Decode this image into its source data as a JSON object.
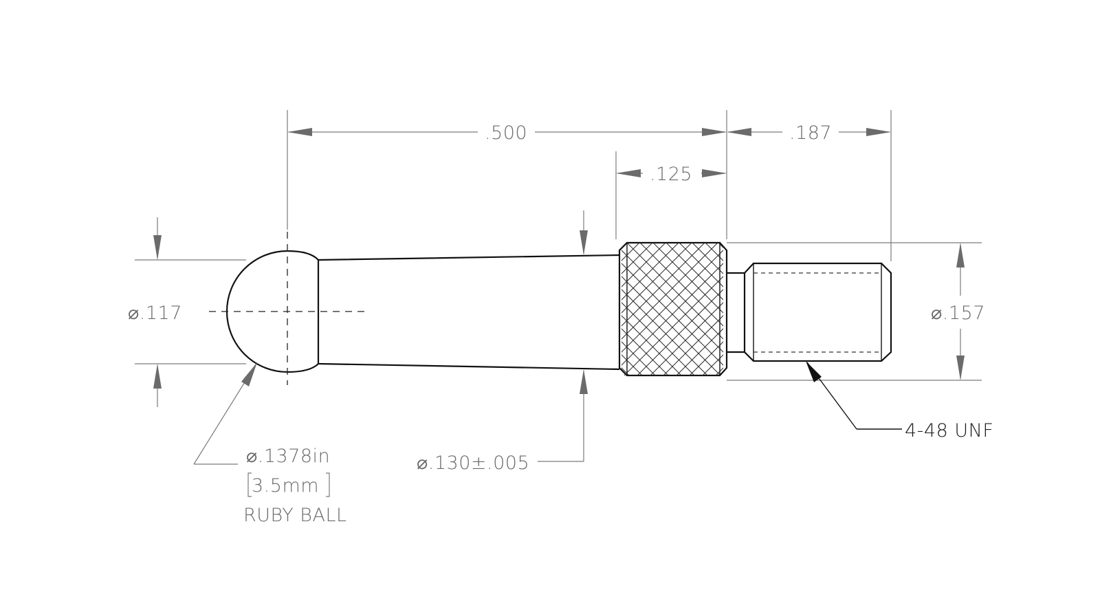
{
  "dimensions": {
    "overall_length": ".500",
    "thread_length": ".187",
    "knurl_length": ".125",
    "ball_dia": ".117",
    "thread_dia": ".157",
    "stem_dia": ".130±.005"
  },
  "callouts": {
    "ruby_ball_line1": ".1378in",
    "ruby_ball_line2": "3.5mm",
    "ruby_ball_line3": "RUBY BALL",
    "thread_spec": "4-48 UNF"
  },
  "symbols": {
    "diameter": "⌀"
  }
}
